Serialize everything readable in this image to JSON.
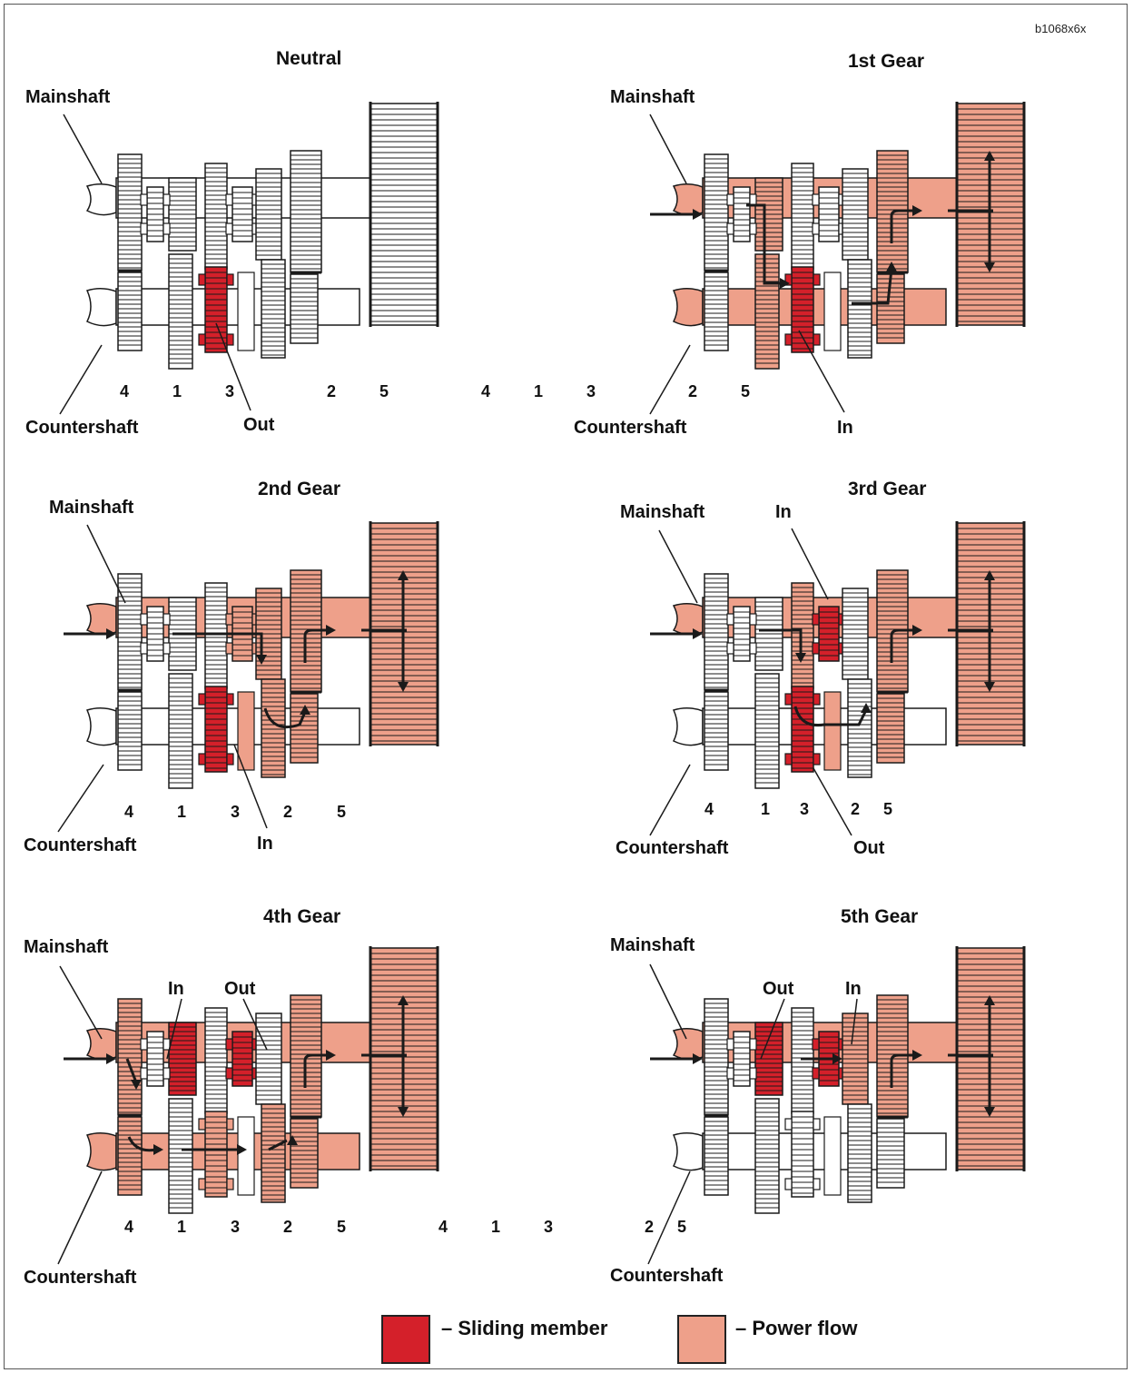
{
  "code": "b1068x6x",
  "colors": {
    "sliding": "#d4202a",
    "power": "#eea08a",
    "outline": "#1a1a1a",
    "white": "#ffffff"
  },
  "panels": [
    {
      "title": "Neutral",
      "mainshaft": "Mainshaft",
      "countershaft": "Countershaft",
      "numbers": [
        "4",
        "1",
        "3",
        "2",
        "5"
      ],
      "callouts": [
        "Out"
      ]
    },
    {
      "title": "1st Gear",
      "mainshaft": "Mainshaft",
      "countershaft": "Countershaft",
      "numbers": [
        "4",
        "1",
        "3",
        "2",
        "5"
      ],
      "callouts": [
        "In"
      ]
    },
    {
      "title": "2nd Gear",
      "mainshaft": "Mainshaft",
      "countershaft": "Countershaft",
      "numbers": [
        "4",
        "1",
        "3",
        "2",
        "5"
      ],
      "callouts": [
        "In"
      ]
    },
    {
      "title": "3rd Gear",
      "mainshaft": "Mainshaft",
      "countershaft": "Countershaft",
      "numbers": [
        "4",
        "1",
        "3",
        "2",
        "5"
      ],
      "callouts": [
        "In",
        "Out"
      ]
    },
    {
      "title": "4th Gear",
      "mainshaft": "Mainshaft",
      "countershaft": "Countershaft",
      "numbers": [
        "4",
        "1",
        "3",
        "2",
        "5"
      ],
      "callouts": [
        "In",
        "Out"
      ]
    },
    {
      "title": "5th Gear",
      "mainshaft": "Mainshaft",
      "countershaft": "Countershaft",
      "numbers": [
        "4",
        "1",
        "3",
        "2",
        "5"
      ],
      "callouts": [
        "Out",
        "In"
      ]
    }
  ],
  "legend": {
    "sliding": "– Sliding member",
    "power": "– Power flow"
  }
}
